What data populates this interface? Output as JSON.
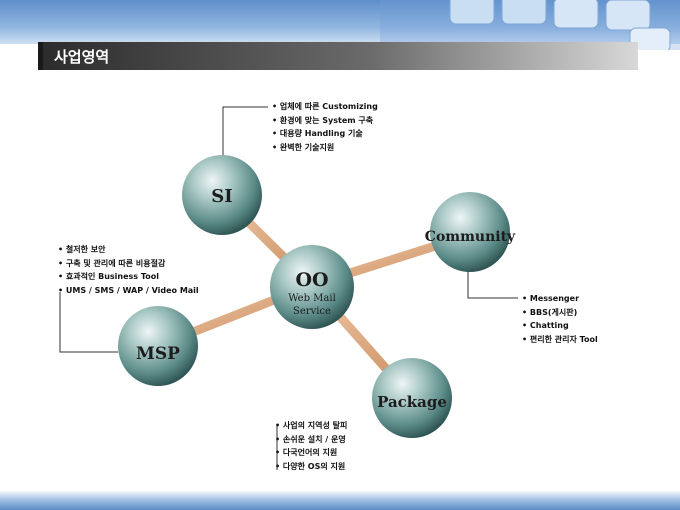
{
  "page": {
    "title": "사업영역"
  },
  "nodes": {
    "center": {
      "label": "OO",
      "sub1": "Web Mail",
      "sub2": "Service"
    },
    "si": {
      "label": "SI"
    },
    "community": {
      "label": "Community"
    },
    "msp": {
      "label": "MSP"
    },
    "package": {
      "label": "Package"
    }
  },
  "lists": {
    "si": [
      "• 업체에 따른 Customizing",
      "• 환경에 맞는 System 구축",
      "• 대용량 Handling 기술",
      "• 완벽한 기술지원"
    ],
    "msp": [
      "• 철저한 보안",
      "• 구축 및 관리에 따른 비용절감",
      "• 효과적인 Business Tool",
      "• UMS / SMS / WAP / Video Mail"
    ],
    "community": [
      "• Messenger",
      "• BBS(게시판)",
      "• Chatting",
      "• 편리한 관리자 Tool"
    ],
    "package": [
      "• 사업의 지역성 탈피",
      "• 손쉬운 설치 / 운영",
      "• 다국언어의 지원",
      "• 다양한 OS의 지원"
    ]
  },
  "colors": {
    "sphere": "#5f8f8c",
    "connector": "#d9a57a",
    "line": "#333333"
  }
}
